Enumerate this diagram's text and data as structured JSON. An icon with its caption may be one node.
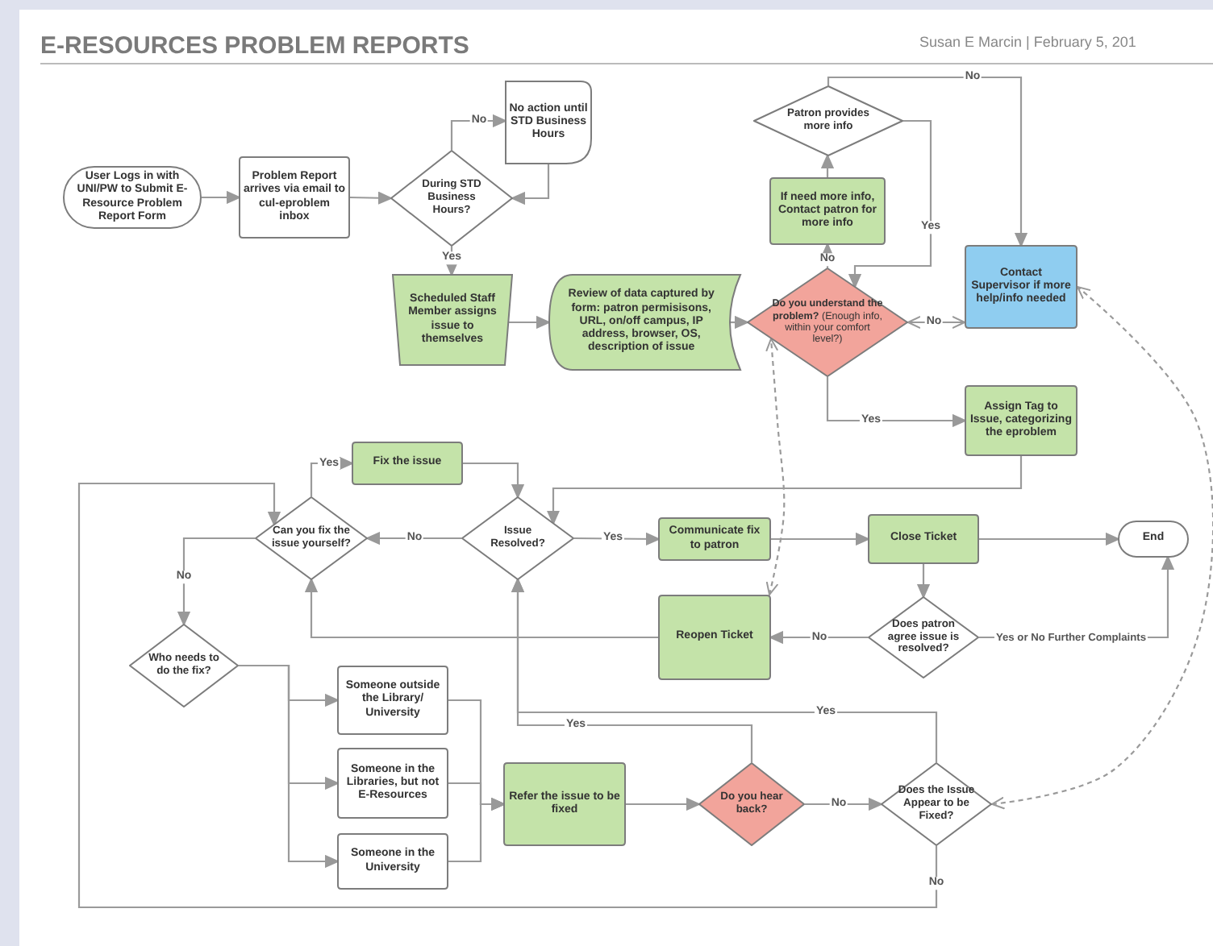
{
  "diagram": {
    "title": "E-RESOURCES PROBLEM REPORTS",
    "nodes": [
      {
        "text": [
          "User Logs in with UNI/PW to Submit E-Resource Problem Report Form"
        ]
      },
      {
        "text": [
          "Problem Report arrives via email to cul-eproblem inbox"
        ]
      },
      {
        "text": [
          "During STD Business Hours?"
        ]
      },
      {
        "text": [
          "No action until STD Business Hours"
        ]
      },
      {
        "text": [
          "Scheduled Staff Member assigns issue to themselves"
        ]
      },
      {
        "text": [
          "Review of data captured by form: patron permisisons, URL, on/off campus, IP address, browser, OS, description of issue"
        ]
      },
      {
        "text": [
          "Patron provides more info"
        ]
      },
      {
        "text": [
          "If need more info, Contact patron for more info"
        ]
      },
      {
        "text": [
          "**Do you understand the problem?** (Enough info, within your comfort level?)"
        ]
      },
      {
        "text": [
          "Contact Supervisor if more help/info needed"
        ]
      },
      {
        "text": [
          "Assign Tag to Issue, categorizing the eproblem"
        ]
      },
      {
        "text": [
          "Fix the issue"
        ]
      },
      {
        "text": [
          "Can you fix the issue yourself?"
        ]
      },
      {
        "text": [
          "Issue Resolved?"
        ]
      },
      {
        "text": [
          "Communicate fix to patron"
        ]
      },
      {
        "text": [
          "Close Ticket"
        ]
      },
      {
        "text": [
          "End"
        ]
      },
      {
        "text": [
          "Does patron agree issue is resolved?"
        ]
      },
      {
        "text": [
          "Reopen Ticket"
        ]
      },
      {
        "text": [
          "Who needs to do the fix?"
        ]
      },
      {
        "text": [
          "Someone outside the Library/ University"
        ]
      },
      {
        "text": [
          "Someone in the Libraries, but not E-Resources"
        ]
      },
      {
        "text": [
          "Someone in the University"
        ]
      },
      {
        "text": [
          "Refer the issue to be fixed"
        ]
      },
      {
        "text": [
          "Do you hear back?"
        ]
      },
      {
        "text": [
          "Does the Issue Appear to be Fixed?"
        ]
      }
    ],
    "edges": [
      {
        "from": 0,
        "to": 1,
        "arrow": "to"
      },
      {
        "from": 1,
        "to": 2,
        "arrow": "to"
      },
      {
        "from": 2,
        "to": 3,
        "arrow": "to",
        "label": "No"
      },
      {
        "from": 3,
        "to": 2,
        "arrow": "to"
      },
      {
        "from": 2,
        "to": 4,
        "arrow": "to",
        "label": "Yes"
      },
      {
        "from": 4,
        "to": 5,
        "arrow": "to"
      },
      {
        "from": 5,
        "to": 8,
        "arrow": "to"
      },
      {
        "from": 8,
        "to": 7,
        "arrow": "to",
        "label": "No"
      },
      {
        "from": 7,
        "to": 6,
        "arrow": "to"
      },
      {
        "from": 6,
        "to": 8,
        "arrow": "to",
        "label": "Yes"
      },
      {
        "from": 6,
        "to": 9,
        "arrow": "to",
        "label": "No"
      },
      {
        "from": 9,
        "to": 8,
        "arrow": "both",
        "label": "No"
      },
      {
        "from": 8,
        "to": 10,
        "arrow": "to",
        "label": "Yes"
      },
      {
        "from": 10,
        "to": 13,
        "arrow": "to"
      },
      {
        "from": 11,
        "to": 13,
        "arrow": "to"
      },
      {
        "from": 12,
        "to": 11,
        "arrow": "to",
        "label": "Yes"
      },
      {
        "from": 13,
        "to": 12,
        "arrow": "to",
        "label": "No"
      },
      {
        "from": 13,
        "to": 14,
        "arrow": "to",
        "label": "Yes"
      },
      {
        "from": 14,
        "to": 15,
        "arrow": "to"
      },
      {
        "from": 15,
        "to": 16,
        "arrow": "to"
      },
      {
        "from": 15,
        "to": 17,
        "arrow": "to"
      },
      {
        "from": 17,
        "to": 18,
        "arrow": "to",
        "label": "No"
      },
      {
        "from": 17,
        "to": 16,
        "arrow": "to",
        "label": "Yes or No Further Complaints"
      },
      {
        "from": 18,
        "to": 12,
        "arrow": "to"
      },
      {
        "from": 18,
        "to": 8,
        "arrow": "both",
        "style": "dashed"
      },
      {
        "from": 12,
        "to": 19,
        "arrow": "to",
        "label": "No"
      },
      {
        "from": 19,
        "to": 20,
        "arrow": "to"
      },
      {
        "from": 19,
        "to": 21,
        "arrow": "to"
      },
      {
        "from": 19,
        "to": 22,
        "arrow": "to"
      },
      {
        "from": 20,
        "to": 23,
        "arrow": "to"
      },
      {
        "from": 21,
        "to": 23,
        "arrow": "to"
      },
      {
        "from": 22,
        "to": 23,
        "arrow": "to"
      },
      {
        "from": 23,
        "to": 24,
        "arrow": "to"
      },
      {
        "from": 24,
        "to": 25,
        "arrow": "to",
        "label": "No"
      },
      {
        "from": 24,
        "to": 13,
        "arrow": "to",
        "label": "Yes"
      },
      {
        "from": 25,
        "to": 13,
        "arrow": "to",
        "label": "Yes"
      },
      {
        "from": 25,
        "to": 12,
        "arrow": "to",
        "label": "No"
      },
      {
        "from": 25,
        "to": 9,
        "arrow": "both",
        "style": "dashed"
      }
    ],
    "labels": [
      "Susan E Marcin | February 5, 201"
    ]
  }
}
